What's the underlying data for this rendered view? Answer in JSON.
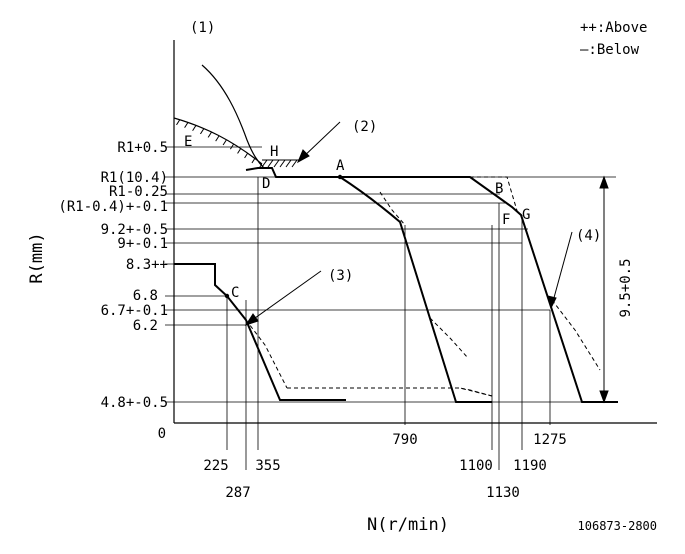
{
  "legend": {
    "above": "++:Above",
    "below": "—:Below"
  },
  "callouts": {
    "c1": "(1)",
    "c2": "(2)",
    "c3": "(3)",
    "c4": "(4)"
  },
  "axes": {
    "y_title": "R(mm)",
    "x_title": "N(r/min)",
    "origin": "0"
  },
  "y_labels": {
    "r1_plus": "R1+0.5",
    "r1": "R1(10.4)",
    "r1_minus": "R1-0.25",
    "r1_04": "(R1-0.4)+-0.1",
    "v92": "9.2+-0.5",
    "v9": "9+-0.1",
    "v83": "8.3++",
    "v68": "6.8",
    "v67": "6.7+-0.1",
    "v62": "6.2",
    "v48": "4.8+-0.5"
  },
  "x_labels": {
    "n225": "225",
    "n287": "287",
    "n355": "355",
    "n790": "790",
    "n1100": "1100",
    "n1130": "1130",
    "n1190": "1190",
    "n1275": "1275"
  },
  "points": {
    "A": "A",
    "B": "B",
    "C": "C",
    "D": "D",
    "E": "E",
    "F": "F",
    "G": "G",
    "H": "H"
  },
  "dimension": "9.5+0.5",
  "figure_id": "106873-2800"
}
